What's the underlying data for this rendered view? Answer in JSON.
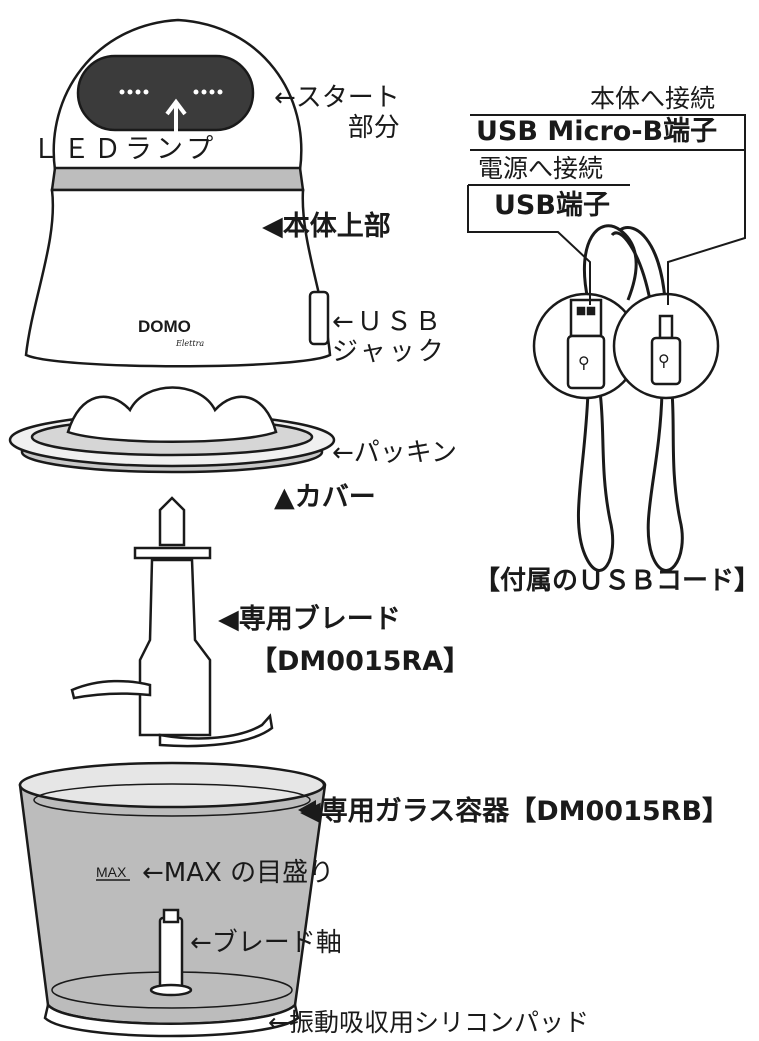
{
  "unit": {
    "start_label": "←スタート\n部分",
    "led_label": "ＬＥＤランプ",
    "body_label": "◀本体上部",
    "usb_jack_label": "←ＵＳＢ\nジャック",
    "brand_logo": "DOMO",
    "brand_sub": "Elettra"
  },
  "cover": {
    "packing_label": "←パッキン",
    "cover_label": "▲カバー"
  },
  "blade": {
    "label": "◀専用ブレード",
    "model": "【DM0015RA】"
  },
  "container": {
    "label": "◀専用ガラス容器【DM0015RB】",
    "max_mark": "MAX",
    "max_label": "←MAX の目盛り",
    "shaft_label": "←ブレード軸",
    "pad_label": "←振動吸収用シリコンパッド"
  },
  "cord": {
    "connect_body": "本体へ接続",
    "micro_b": "USB Micro-B端子",
    "connect_power": "電源へ接続",
    "usb_plug": "USB端子",
    "caption": "【付属のＵＳＢコード】"
  }
}
